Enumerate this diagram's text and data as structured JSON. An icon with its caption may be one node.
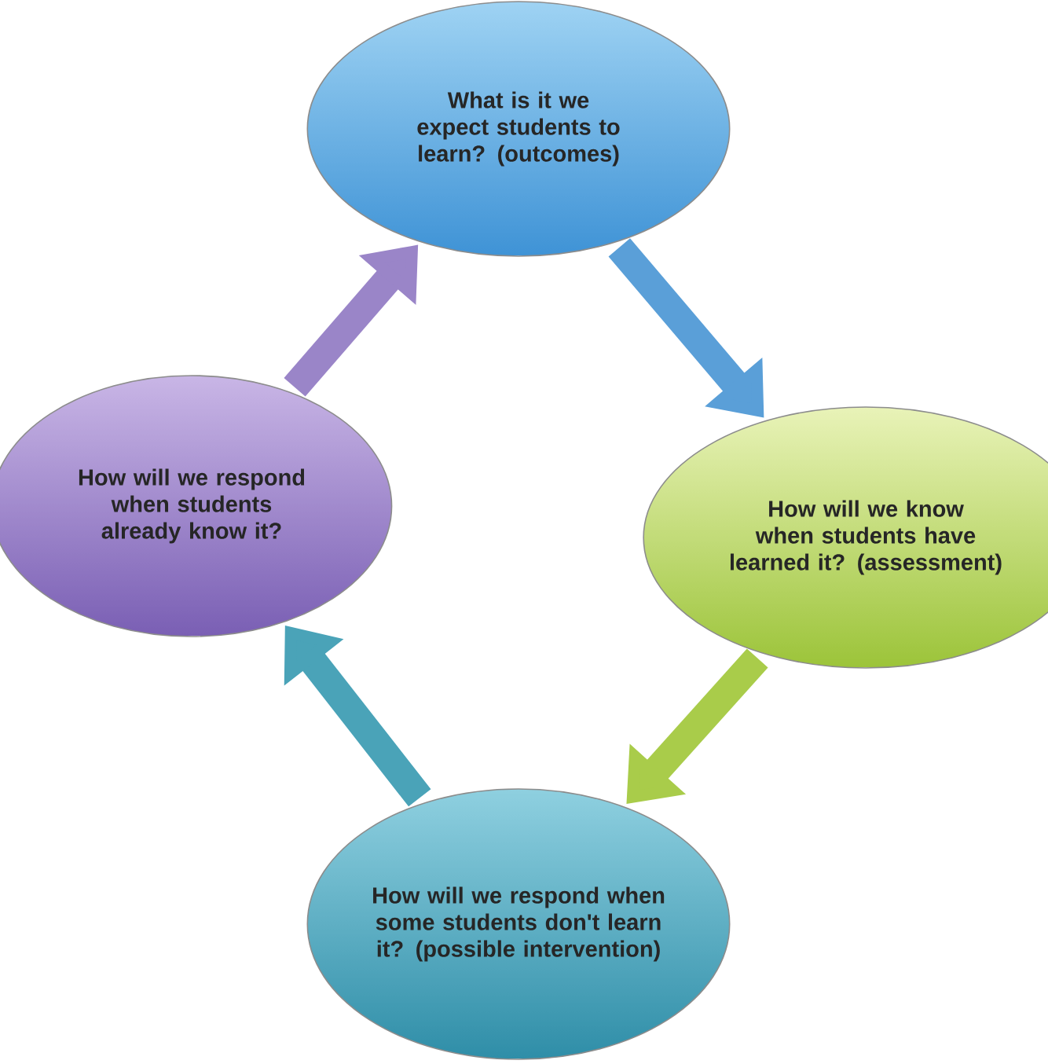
{
  "diagram": {
    "nodes": [
      {
        "text": [
          "What is it we expect students to learn? (outcomes)"
        ]
      },
      {
        "text": [
          "How will we know when students have learned it? (assessment)"
        ]
      },
      {
        "text": [
          "How will we respond when some students don't learn it? (possible intervention)"
        ]
      },
      {
        "text": [
          "How will we respond when students already know it?"
        ]
      }
    ],
    "edges": [
      {
        "from": 0,
        "to": 1,
        "arrow": "to",
        "color": "#5a9fd8"
      },
      {
        "from": 1,
        "to": 2,
        "arrow": "to",
        "color": "#a9cc4a"
      },
      {
        "from": 2,
        "to": 3,
        "arrow": "to",
        "color": "#4aa3b8"
      },
      {
        "from": 3,
        "to": 0,
        "arrow": "to",
        "color": "#9a85c8"
      }
    ]
  }
}
